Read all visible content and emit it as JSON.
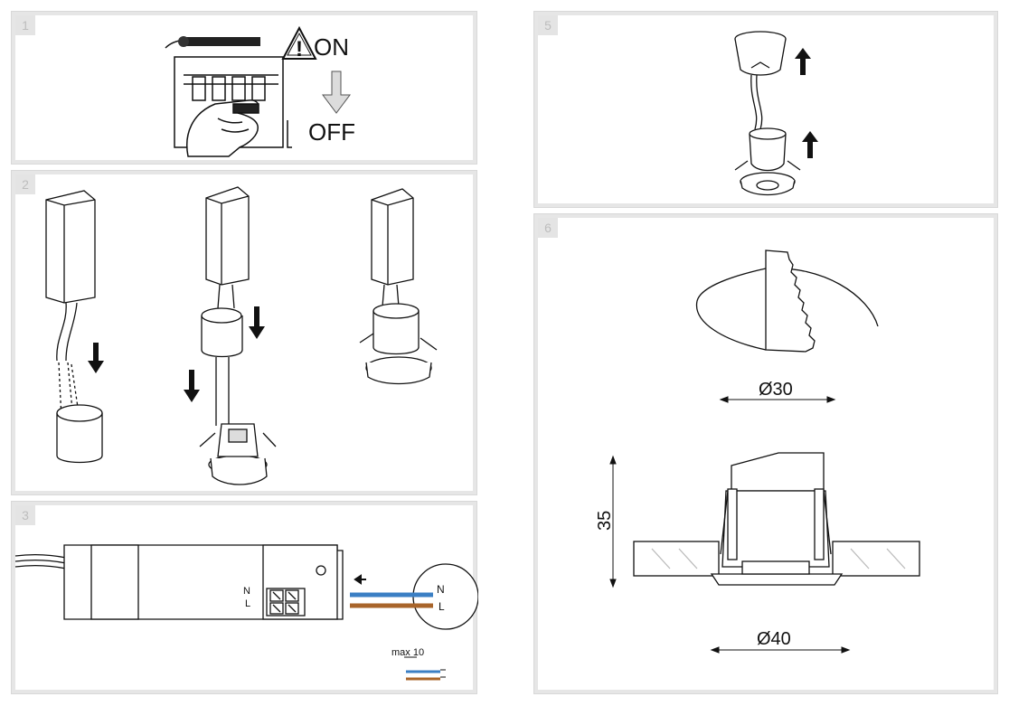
{
  "steps": [
    {
      "number": "1"
    },
    {
      "number": "2"
    },
    {
      "number": "3"
    },
    {
      "number": "5"
    },
    {
      "number": "6"
    }
  ],
  "step1": {
    "on_label": "ON",
    "off_label": "OFF"
  },
  "step3": {
    "n_label": "N",
    "l_label": "L",
    "wire_n_label": "N",
    "wire_l_label": "L",
    "strip_label": "max 10"
  },
  "step6": {
    "cutout_label": "Ø30",
    "depth_label": "35",
    "outer_label": "Ø40"
  },
  "colors": {
    "neutral_wire": "#3b7fc4",
    "live_wire": "#a8642a",
    "panel_border": "#d8d8d8"
  }
}
